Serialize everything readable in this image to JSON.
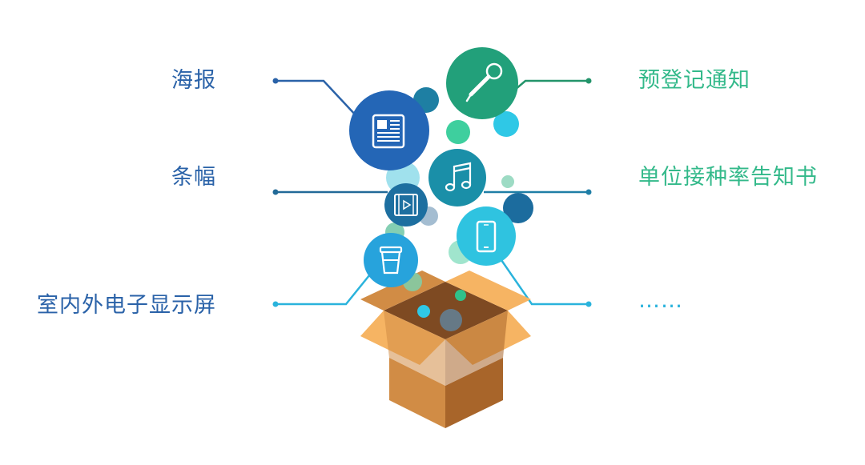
{
  "colors": {
    "left_text": "#2a62a8",
    "right_text": "#33b98a",
    "line_poster": "#2a62a8",
    "line_banner": "#226a98",
    "line_screen": "#2ab3dc",
    "line_prereg": "#23946a",
    "line_report": "#1f7ea6",
    "line_more": "#2ab3dc",
    "box_light": "#f6b463",
    "box_mid": "#d18c45",
    "box_dark": "#a8652a",
    "box_inside": "#7e4a22"
  },
  "labels": {
    "poster": "海报",
    "banner": "条幅",
    "screen": "室内外电子显示屏",
    "prereg": "预登记通知",
    "report": "单位接种率告知书",
    "more": "……"
  },
  "icons": {
    "newspaper": "newspaper-icon",
    "microphone": "microphone-icon",
    "music": "music-note-icon",
    "film": "film-video-icon",
    "phone": "mobile-phone-icon",
    "cup": "cup-icon"
  }
}
